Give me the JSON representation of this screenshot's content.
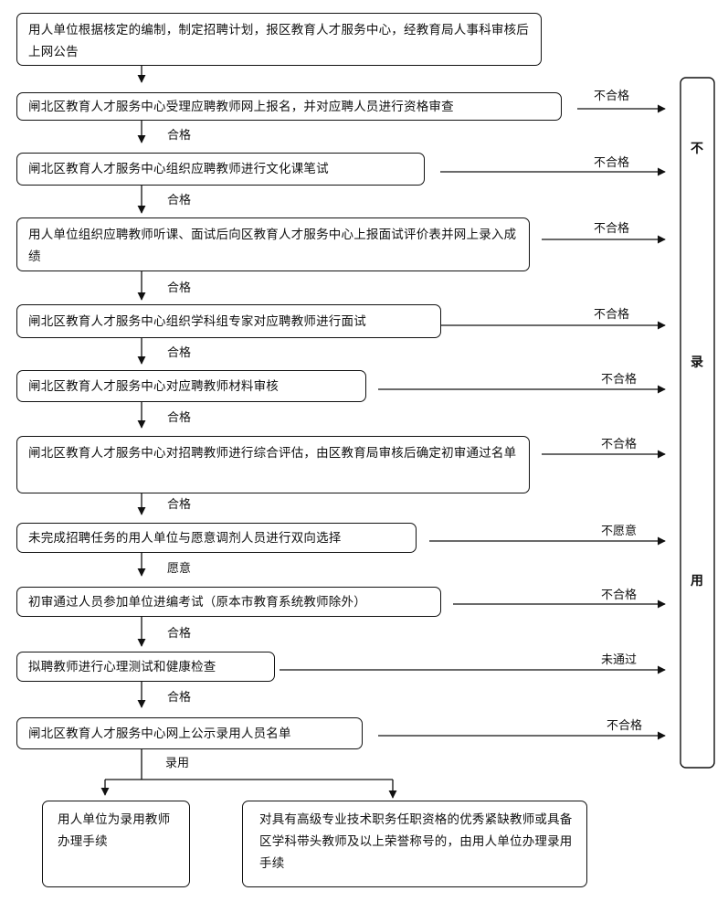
{
  "steps": [
    "用人单位根据核定的编制，制定招聘计划，报区教育人才服务中心，经教育局人事科审核后上网公告",
    "闸北区教育人才服务中心受理应聘教师网上报名，并对应聘人员进行资格审查",
    "闸北区教育人才服务中心组织应聘教师进行文化课笔试",
    "用人单位组织应聘教师听课、面试后向区教育人才服务中心上报面试评价表并网上录入成绩",
    "闸北区教育人才服务中心组织学科组专家对应聘教师进行面试",
    "闸北区教育人才服务中心对应聘教师材料审核",
    "闸北区教育人才服务中心对招聘教师进行综合评估，由区教育局审核后确定初审通过名单",
    "未完成招聘任务的用人单位与愿意调剂人员进行双向选择",
    "初审通过人员参加单位进编考试（原本市教育系统教师除外）",
    "拟聘教师进行心理测试和健康检查",
    "闸北区教育人才服务中心网上公示录用人员名单"
  ],
  "down_labels": [
    "合格",
    "合格",
    "合格",
    "合格",
    "合格",
    "合格",
    "愿意",
    "合格",
    "合格",
    "录用"
  ],
  "side_labels": [
    "不合格",
    "不合格",
    "不合格",
    "不合格",
    "不合格",
    "不合格",
    "不愿意",
    "不合格",
    "未通过",
    "不合格"
  ],
  "reject": {
    "c1": "不",
    "c2": "录",
    "c3": "用"
  },
  "outcomes": [
    "用人单位为录用教师办理手续",
    "对具有高级专业技术职务任职资格的优秀紧缺教师或具备区学科带头教师及以上荣誉称号的，由用人单位办理录用手续"
  ]
}
